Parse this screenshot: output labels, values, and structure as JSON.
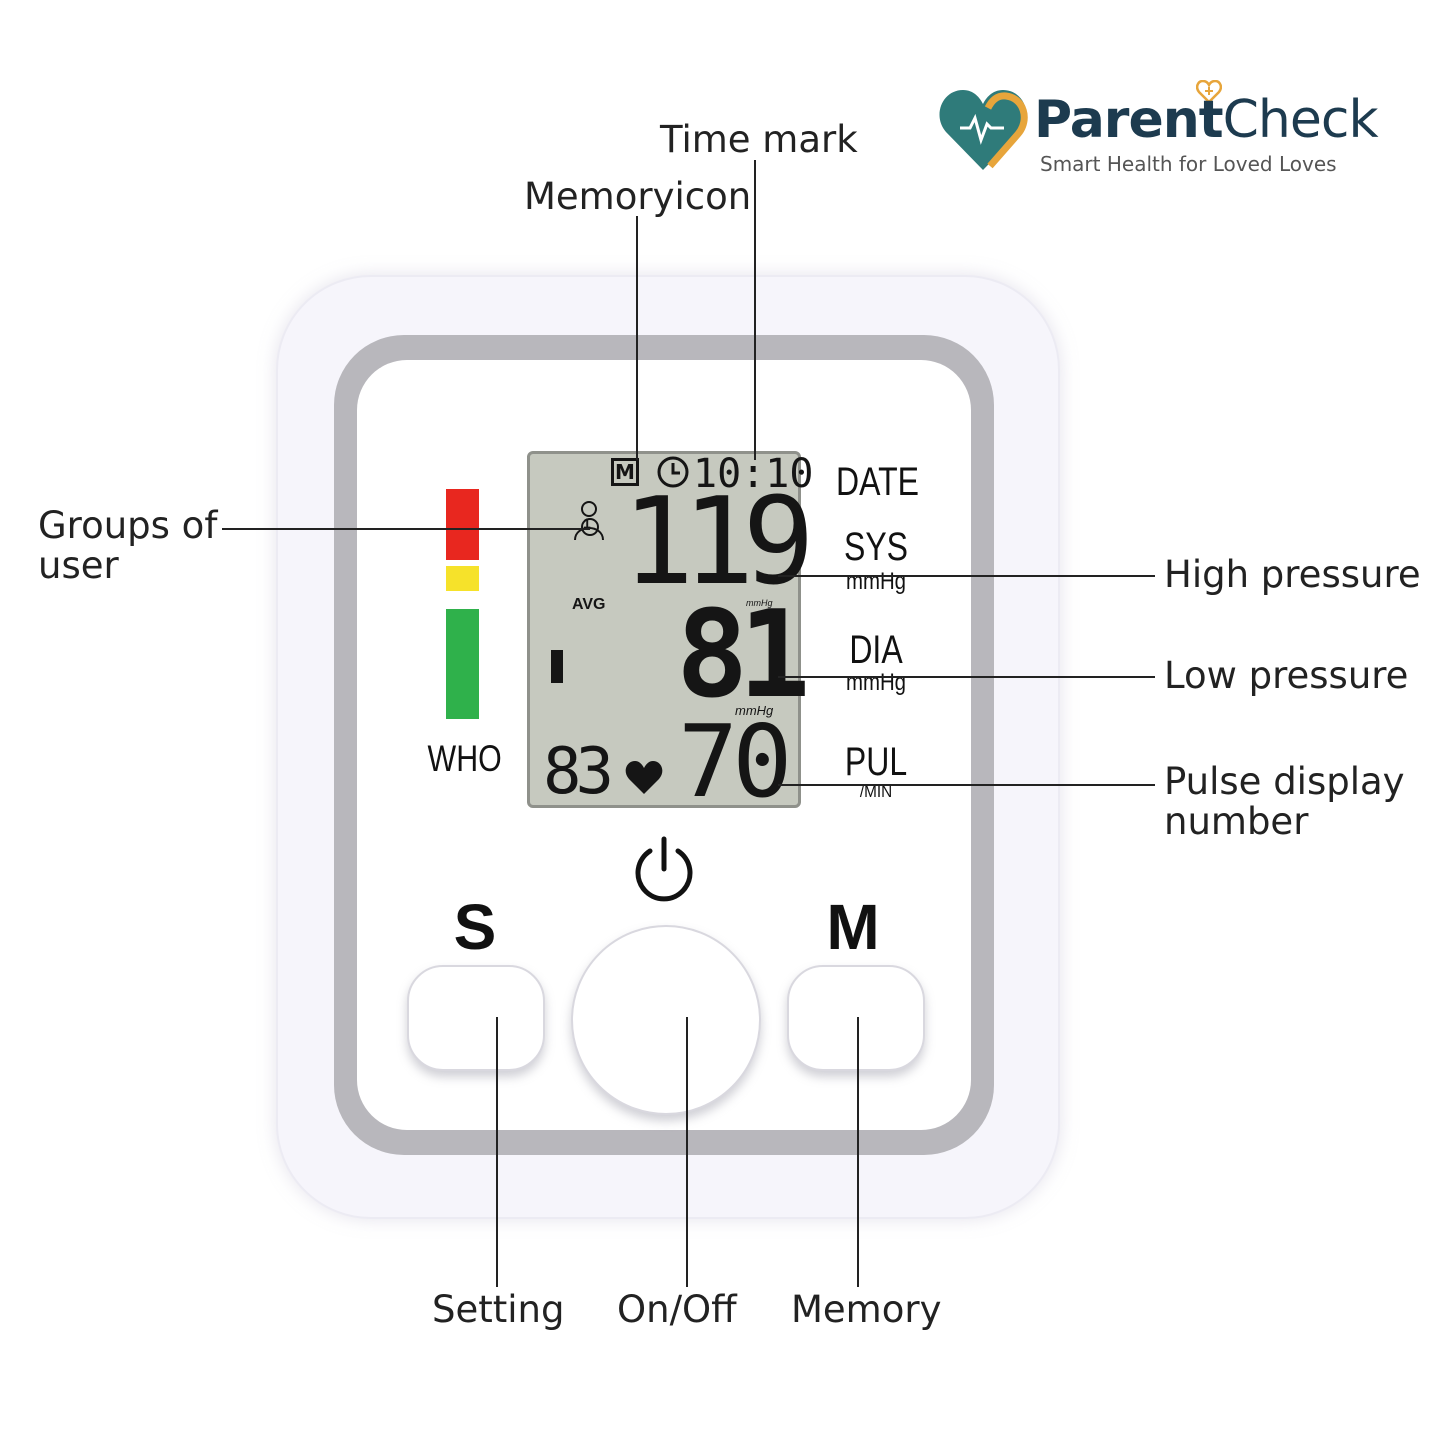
{
  "brand": {
    "name_part1": "Parent",
    "name_part2": "Check",
    "tagline": "Smart Health for Loved Loves"
  },
  "callouts": {
    "time_mark": "Time mark",
    "memory_icon": "Memoryicon",
    "groups_of_user_line1": "Groups of",
    "groups_of_user_line2": "user",
    "high_pressure": "High pressure",
    "low_pressure": "Low pressure",
    "pulse_line1": "Pulse display",
    "pulse_line2": "number",
    "setting": "Setting",
    "on_off": "On/Off",
    "memory": "Memory"
  },
  "device": {
    "who_label": "WHO",
    "who_scale_colors": [
      "#e8271f",
      "#f6e22a",
      "#2fb14b"
    ],
    "lcd": {
      "memory_badge": "M",
      "time": "10:10",
      "avg": "AVG",
      "systolic": "119",
      "diastolic": "81",
      "pulse": "70",
      "small_pulse": "83",
      "unit_small_1": "mmHg",
      "unit_small_2": "mmHg",
      "user_number": "1"
    },
    "side_labels": {
      "date": "DATE",
      "sys": "SYS",
      "sys_unit": "mmHg",
      "dia": "DIA",
      "dia_unit": "mmHg",
      "pul": "PUL",
      "pul_unit": "/MIN"
    },
    "buttons": {
      "s": "S",
      "m": "M"
    }
  }
}
